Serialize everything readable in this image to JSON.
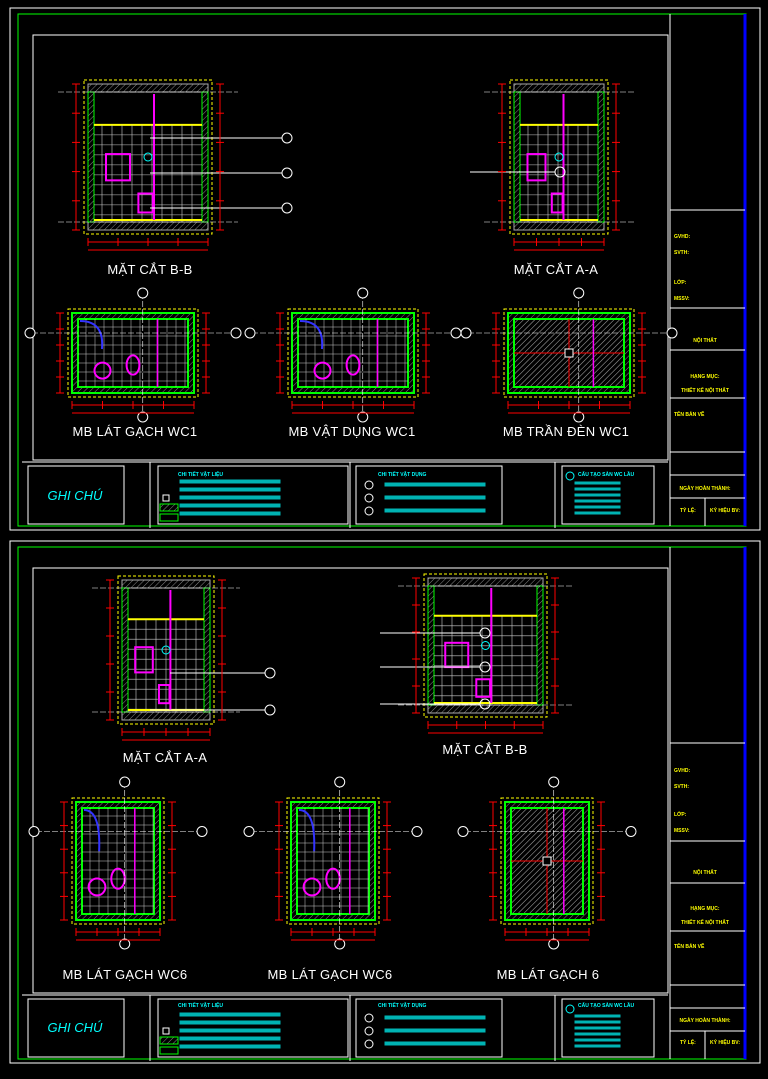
{
  "colors": {
    "background": "#000000",
    "frame": "#ffffff",
    "border_green": "#00ff00",
    "border_blue": "#0000ff",
    "wall": "#00ff00",
    "outline": "#ffff00",
    "dimension": "#ff0000",
    "fixture": "#ff00ff",
    "tag": "#00ffff",
    "text_titleblock": "#ffff00"
  },
  "sheets": [
    {
      "drawings": {
        "section_bb": "MẶT CẮT B-B",
        "section_aa": "MẶT CẮT A-A",
        "plan_1": "MB LÁT GẠCH WC1",
        "plan_2": "MB VẬT DỤNG WC1",
        "plan_3": "MB TRẦN ĐÈN WC1"
      },
      "legend": {
        "title": "GHI CHÚ",
        "materials_title": "CHI TIẾT VẬT LIỆU",
        "items_title": "CHI TIẾT VẬT DỤNG",
        "floor_title": "CẤU TẠO SÀN WC LẦU"
      },
      "titleblock": {
        "gvhd": "GVHD:",
        "svth": "SVTH:",
        "lop": "LỚP:",
        "mssv": "MSSV:",
        "subject": "NỘI THẤT",
        "category_label": "HẠNG MỤC:",
        "category": "THIẾT KẾ NỘI THẤT",
        "drawing_name_label": "TÊN BẢN VẼ",
        "date_label": "NGÀY HOÀN THÀNH:",
        "scale_label": "TỶ LỆ:",
        "code_label": "KÝ HIỆU BV:"
      }
    },
    {
      "drawings": {
        "section_aa": "MẶT CẮT A-A",
        "section_bb": "MẶT CẮT B-B",
        "plan_1": "MB LÁT GẠCH WC6",
        "plan_2": "MB LÁT GẠCH WC6",
        "plan_3": "MB LÁT GẠCH 6"
      },
      "legend": {
        "title": "GHI CHÚ",
        "materials_title": "CHI TIẾT VẬT LIỆU",
        "items_title": "CHI TIẾT VẬT DỤNG",
        "floor_title": "CẤU TẠO SÀN WC LẦU"
      },
      "titleblock": {
        "gvhd": "GVHD:",
        "svth": "SVTH:",
        "lop": "LỚP:",
        "mssv": "MSSV:",
        "subject": "NỘI THẤT",
        "category_label": "HẠNG MỤC:",
        "category": "THIẾT KẾ NỘI THẤT",
        "drawing_name_label": "TÊN BẢN VẼ",
        "date_label": "NGÀY HOÀN THÀNH:",
        "scale_label": "TỶ LỆ:",
        "code_label": "KÝ HIỆU BV:"
      }
    }
  ]
}
